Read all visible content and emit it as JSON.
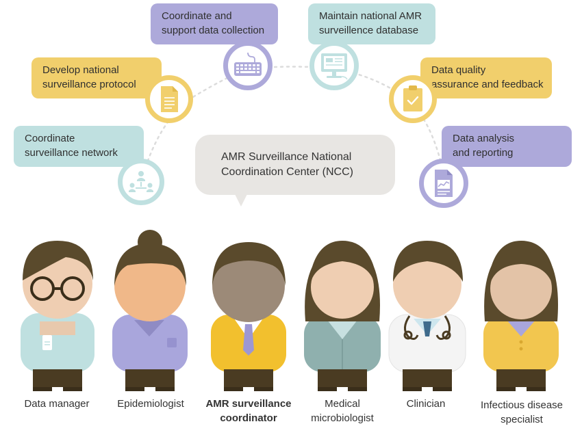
{
  "center": {
    "line1": "AMR Surveillance National",
    "line2": "Coordination Center (NCC)"
  },
  "functions": [
    {
      "line1": "Coordinate",
      "line2": "surveillance network",
      "icon": "network-icon",
      "color": "#bfe0e0"
    },
    {
      "line1": "Develop national",
      "line2": "surveillance protocol",
      "icon": "document-icon",
      "color": "#f1cf6c"
    },
    {
      "line1": "Coordinate and",
      "line2": "support data collection",
      "icon": "keyboard-icon",
      "color": "#ada9da"
    },
    {
      "line1": "Maintain national AMR",
      "line2": "surveillence database",
      "icon": "monitor-icon",
      "color": "#bfe0e0"
    },
    {
      "line1": "Data quality",
      "line2": "assurance and feedback",
      "icon": "clipboard-check-icon",
      "color": "#f1cf6c"
    },
    {
      "line1": "Data analysis",
      "line2": "and reporting",
      "icon": "report-chart-icon",
      "color": "#ada9da"
    }
  ],
  "people": [
    {
      "line1": "Data manager",
      "line2": "",
      "icon": "data-manager-figure"
    },
    {
      "line1": "Epidemiologist",
      "line2": "",
      "icon": "epidemiologist-figure"
    },
    {
      "line1": "AMR surveillance",
      "line2": "coordinator",
      "icon": "coordinator-figure"
    },
    {
      "line1": "Medical",
      "line2": "microbiologist",
      "icon": "microbiologist-figure"
    },
    {
      "line1": "Clinician",
      "line2": "",
      "icon": "clinician-figure"
    },
    {
      "line1": "Infectious disease",
      "line2": "specialist",
      "icon": "specialist-figure"
    }
  ]
}
